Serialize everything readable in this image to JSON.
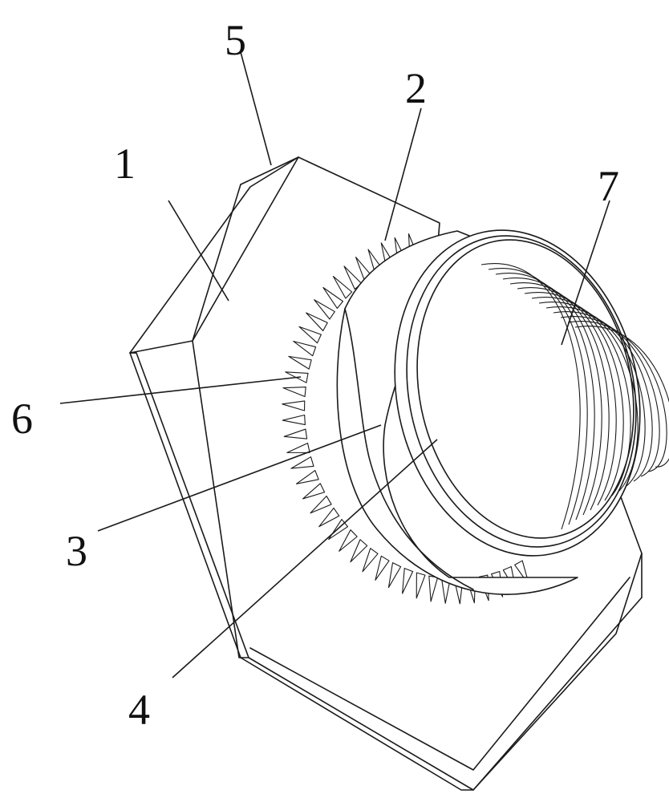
{
  "figure": {
    "callouts": [
      {
        "id": "1",
        "label": "1"
      },
      {
        "id": "2",
        "label": "2"
      },
      {
        "id": "3",
        "label": "3"
      },
      {
        "id": "4",
        "label": "4"
      },
      {
        "id": "5",
        "label": "5"
      },
      {
        "id": "6",
        "label": "6"
      },
      {
        "id": "7",
        "label": "7"
      }
    ],
    "colors": {
      "line": "#1a1a1a",
      "background": "#ffffff"
    }
  }
}
